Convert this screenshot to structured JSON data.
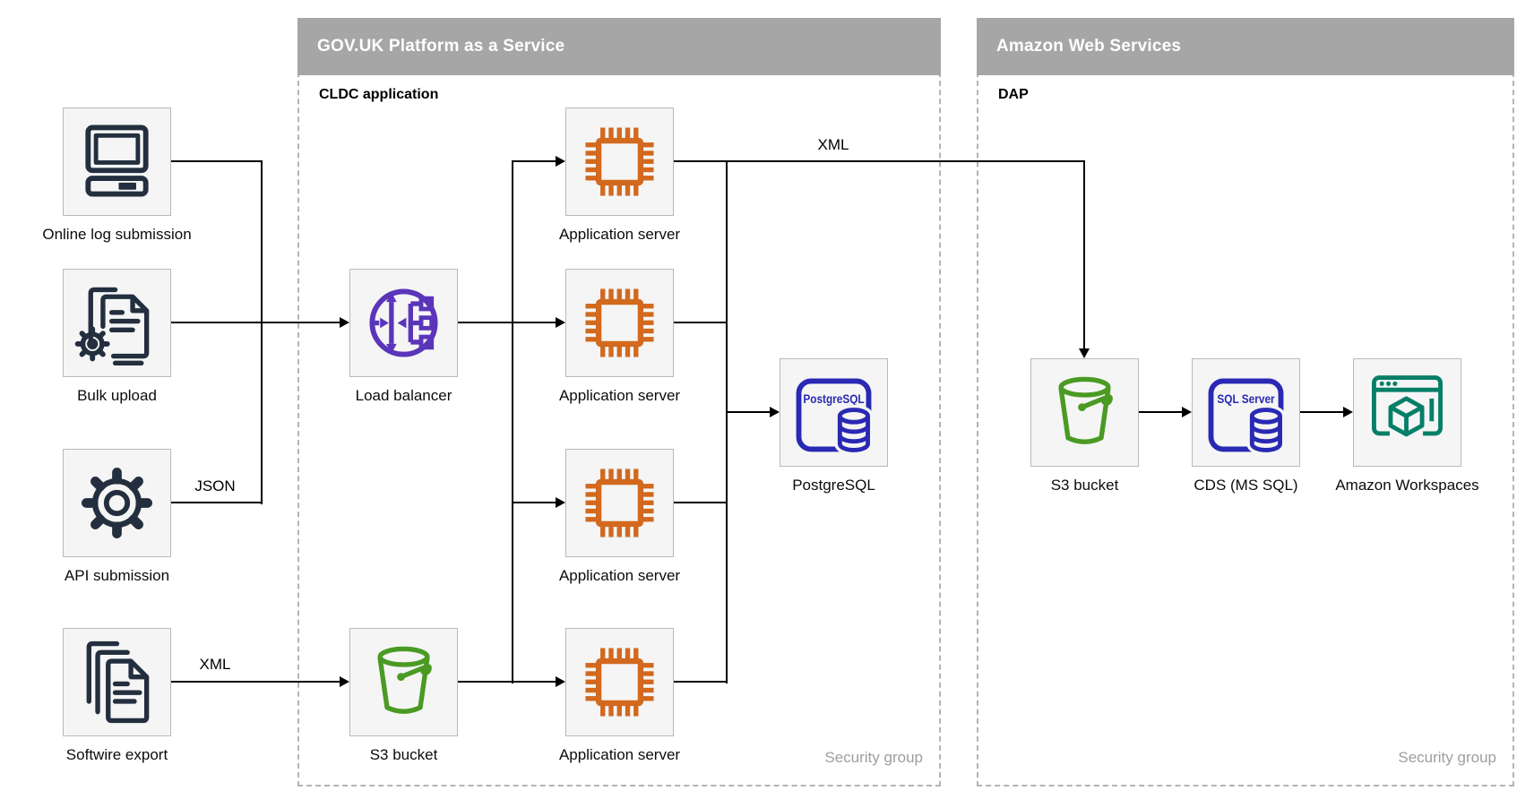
{
  "containers": {
    "paas": {
      "title": "GOV.UK Platform as a Service",
      "sublabel": "CLDC application",
      "footer": "Security group"
    },
    "aws": {
      "title": "Amazon Web Services",
      "sublabel": "DAP",
      "footer": "Security group"
    }
  },
  "nodes": {
    "online_log": {
      "label": "Online log submission",
      "icon": "computer-icon"
    },
    "bulk_upload": {
      "label": "Bulk upload",
      "icon": "document-gear-icon"
    },
    "api_submission": {
      "label": "API submission",
      "icon": "gear-icon"
    },
    "softwire_export": {
      "label": "Softwire export",
      "icon": "documents-icon"
    },
    "load_balancer": {
      "label": "Load balancer",
      "icon": "load-balancer-icon"
    },
    "s3_bucket_paas": {
      "label": "S3 bucket",
      "icon": "bucket-icon"
    },
    "app_server_1": {
      "label": "Application server",
      "icon": "cpu-chip-icon"
    },
    "app_server_2": {
      "label": "Application server",
      "icon": "cpu-chip-icon"
    },
    "app_server_3": {
      "label": "Application server",
      "icon": "cpu-chip-icon"
    },
    "app_server_4": {
      "label": "Application server",
      "icon": "cpu-chip-icon"
    },
    "postgresql": {
      "label": "PostgreSQL",
      "icon_text": "PostgreSQL",
      "icon": "postgresql-icon"
    },
    "s3_bucket_aws": {
      "label": "S3 bucket",
      "icon": "bucket-icon"
    },
    "cds": {
      "label": "CDS (MS SQL)",
      "icon_text": "SQL Server",
      "icon": "sql-server-icon"
    },
    "workspaces": {
      "label": "Amazon Workspaces",
      "icon": "workspaces-icon"
    }
  },
  "edge_labels": {
    "json": "JSON",
    "xml_softwire": "XML",
    "xml_to_aws": "XML"
  },
  "colors": {
    "icon_navy": "#232F3E",
    "icon_orange": "#D2691E",
    "icon_purple": "#5B35B9",
    "icon_green": "#4A9A23",
    "icon_blue": "#2929B3",
    "icon_teal": "#067F68",
    "header_bg": "#A6A6A6",
    "muted_text": "#9E9E9E",
    "line": "#000000",
    "node_fill": "#F5F5F5",
    "node_border": "#B9B9B9",
    "group_border": "#B4B4B4"
  }
}
